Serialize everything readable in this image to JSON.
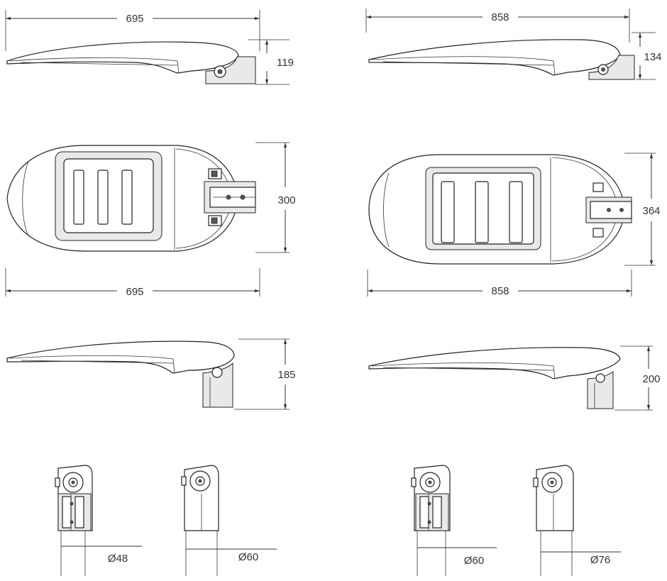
{
  "dimensions": {
    "small_side_length": "695",
    "small_side_height": "119",
    "large_side_length": "858",
    "large_side_height": "134",
    "small_top_width": "300",
    "small_top_length": "695",
    "large_top_width": "364",
    "large_top_length": "858",
    "small_arm_height": "185",
    "large_arm_height": "200",
    "adapter_1": "Ø48",
    "adapter_2": "Ø60",
    "adapter_3": "Ø60",
    "adapter_4": "Ø76"
  }
}
